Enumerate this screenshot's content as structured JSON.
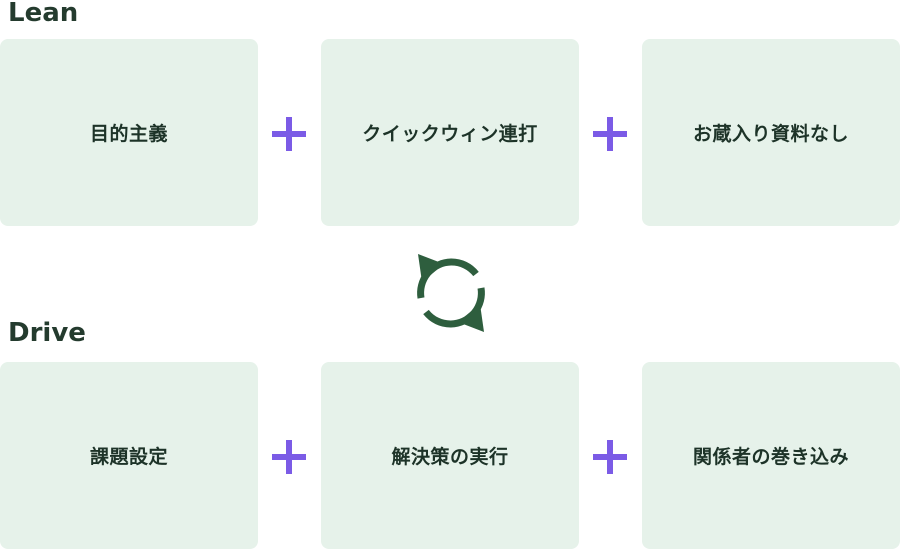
{
  "lean": {
    "title": "Lean",
    "items": [
      "目的主義",
      "クイックウィン連打",
      "お蔵入り資料なし"
    ]
  },
  "drive": {
    "title": "Drive",
    "items": [
      "課題設定",
      "解決策の実行",
      "関係者の巻き込み"
    ]
  },
  "icons": {
    "plus": "plus-icon",
    "cycle": "refresh-cycle-icon"
  },
  "colors": {
    "card_background": "#e6f2ea",
    "plus": "#7b5be6",
    "cycle": "#2e5e3e",
    "heading": "#243b2e"
  }
}
